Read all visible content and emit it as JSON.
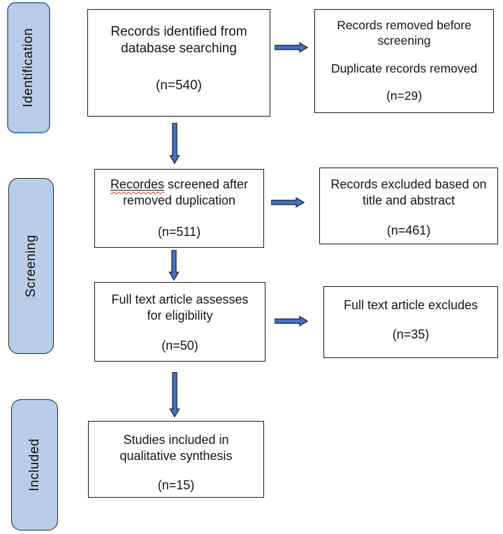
{
  "diagram": {
    "type": "prisma-flow",
    "stages": [
      {
        "id": "identification",
        "label": "Identification"
      },
      {
        "id": "screening",
        "label": "Screening"
      },
      {
        "id": "included",
        "label": "Included"
      }
    ],
    "boxes": {
      "identified": {
        "line1": "Records identified from",
        "line2": "database searching",
        "count": "(n=540)"
      },
      "removed_before_screening": {
        "line1": "Records removed before",
        "line2": "screening",
        "line3": "Duplicate records removed",
        "count": "(n=29)"
      },
      "screened": {
        "misspelled_word": "Recordes",
        "line1_rest": " screened after",
        "line2": "removed duplication",
        "count": "(n=511)"
      },
      "excluded_title_abstract": {
        "line1": "Records excluded based on",
        "line2": "title and abstract",
        "count": "(n=461)"
      },
      "fulltext_assessed": {
        "line1": "Full text article assesses",
        "line2": "for eligibility",
        "count": "(n=50)"
      },
      "fulltext_excluded": {
        "line1": "Full text article excludes",
        "count": "(n=35)"
      },
      "included_studies": {
        "line1": "Studies included in",
        "line2": "qualitative synthesis",
        "count": "(n=15)"
      }
    },
    "colors": {
      "stage_fill": "#b9cde8",
      "identification_border": "#4f81bd",
      "stage_border_dark": "#222222",
      "box_border": "#1a1a1a",
      "arrow_fill": "#4472c4",
      "arrow_outline": "#1f2d48",
      "spellcheck_squiggle": "#e03131"
    }
  }
}
